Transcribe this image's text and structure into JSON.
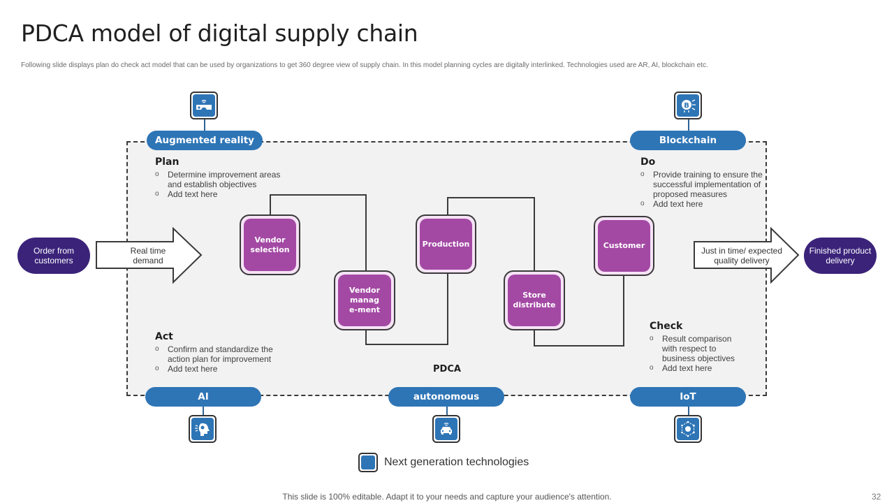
{
  "header": {
    "title": "PDCA model of digital supply chain",
    "subtitle": "Following slide displays plan do check act model that can be used by organizations to get 360 degree view of supply chain. In this model planning cycles are digitally interlinked. Technologies used are AR, AI, blockchain etc."
  },
  "colors": {
    "tech_blue": "#2e75b6",
    "node_purple": "#a349a4",
    "oval_indigo": "#3b237a",
    "panel_gray": "#f2f2f2"
  },
  "technologies": [
    {
      "label": "Augmented reality",
      "icon": "vr-headset-icon"
    },
    {
      "label": "Blockchain",
      "icon": "bitcoin-chip-icon"
    },
    {
      "label": "AI",
      "icon": "ai-head-icon"
    },
    {
      "label": "autonomous",
      "icon": "autonomous-car-icon"
    },
    {
      "label": "IoT",
      "icon": "iot-network-icon"
    }
  ],
  "sections": {
    "plan": {
      "heading": "Plan",
      "bullets": [
        "Determine improvement areas and establish objectives",
        "Add text here"
      ]
    },
    "do": {
      "heading": "Do",
      "bullets": [
        "Provide training to ensure the successful implementation of proposed measures",
        "Add text here"
      ]
    },
    "check": {
      "heading": "Check",
      "bullets": [
        "Result comparison with respect to business objectives",
        "Add text here"
      ]
    },
    "act": {
      "heading": "Act",
      "bullets": [
        "Confirm and standardize the action plan for improvement",
        "Add text here"
      ]
    }
  },
  "flow_nodes": [
    {
      "label": "Vendor selection"
    },
    {
      "label": "Vendor manage-ment"
    },
    {
      "label": "Production"
    },
    {
      "label": "Store distribute"
    },
    {
      "label": "Customer"
    }
  ],
  "input": {
    "oval": "Order from customers",
    "arrow": "Real time demand"
  },
  "output": {
    "arrow": "Just in time/ expected quality delivery",
    "oval": "Finished product delivery"
  },
  "center_label": "PDCA",
  "legend": {
    "label": "Next generation technologies"
  },
  "footer": {
    "note": "This slide is 100% editable. Adapt it to your needs and capture your audience's attention.",
    "page_number": "32"
  }
}
